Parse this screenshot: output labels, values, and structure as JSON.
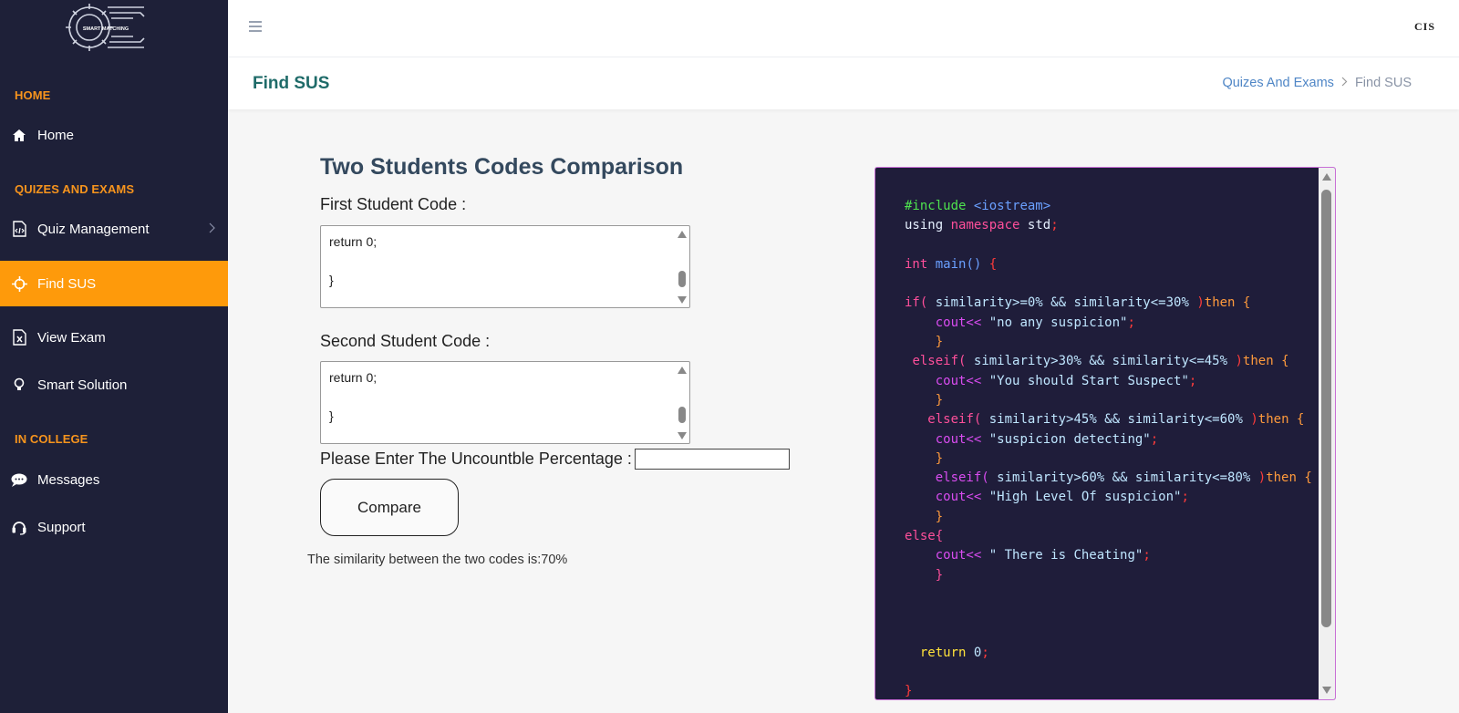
{
  "app": {
    "logo_text": "SMART MATCHING",
    "brand_mark": "CIS"
  },
  "sidebar": {
    "sections": [
      {
        "title": "HOME"
      },
      {
        "title": "QUIZES AND EXAMS"
      },
      {
        "title": "IN COLLEGE"
      }
    ],
    "items": [
      {
        "label": "Home",
        "icon": "home-icon"
      },
      {
        "label": "Quiz Management",
        "icon": "code-file-icon"
      },
      {
        "label": "Find SUS",
        "icon": "crosshair-icon",
        "active": true
      },
      {
        "label": "View Exam",
        "icon": "document-x-icon"
      },
      {
        "label": "Smart Solution",
        "icon": "lightbulb-icon"
      },
      {
        "label": "Messages",
        "icon": "chat-bubble-icon"
      },
      {
        "label": "Support",
        "icon": "headset-icon"
      }
    ]
  },
  "header": {
    "title": "Find SUS",
    "breadcrumb": {
      "parent": "Quizes And Exams",
      "current": "Find SUS"
    }
  },
  "form": {
    "title": "Two Students Codes Comparison",
    "first_label": "First Student Code :",
    "first_code_line1": "return 0;",
    "first_code_line2": "}",
    "second_label": "Second Student Code :",
    "second_code_line1": "return 0;",
    "second_code_line2": "}",
    "pct_label": "Please Enter The Uncountble Percentage :",
    "pct_value": "",
    "compare_label": "Compare",
    "result": "The similarity between the two codes is:70%"
  },
  "colors": {
    "sidebar_bg": "#1e2038",
    "accent": "#fe9a0b",
    "section_title": "#f7941d",
    "page_title": "#1f6b69",
    "code_bg": "#1f1d3a"
  }
}
